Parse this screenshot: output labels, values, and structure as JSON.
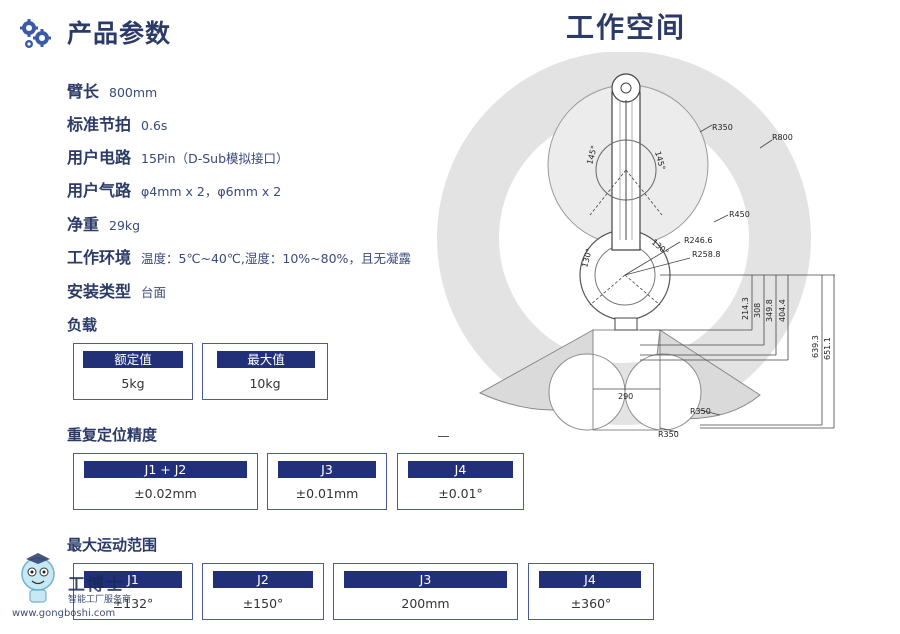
{
  "header": {
    "section_title": "产品参数",
    "work_space_title": "工作空间"
  },
  "params": [
    {
      "label": "臂长",
      "value": "800mm"
    },
    {
      "label": "标准节拍",
      "value": "0.6s"
    },
    {
      "label": "用户电路",
      "value": "15Pin（D-Sub模拟接口）"
    },
    {
      "label": "用户气路",
      "value": "φ4mm x 2，φ6mm x 2"
    },
    {
      "label": "净重",
      "value": "29kg"
    },
    {
      "label": "工作环境",
      "value": "温度：5℃~40℃,湿度：10%~80%，且无凝露"
    },
    {
      "label": "安装类型",
      "value": "台面"
    }
  ],
  "load": {
    "title": "负载",
    "cards": [
      {
        "header": "额定值",
        "value": "5kg"
      },
      {
        "header": "最大值",
        "value": "10kg"
      }
    ]
  },
  "repeatability": {
    "title": "重复定位精度",
    "cards": [
      {
        "header": "J1 + J2",
        "value": "±0.02mm"
      },
      {
        "header": "J3",
        "value": "±0.01mm"
      },
      {
        "header": "J4",
        "value": "±0.01°"
      }
    ]
  },
  "motion_range": {
    "title": "最大运动范围",
    "cards": [
      {
        "header": "J1",
        "value": "±132°"
      },
      {
        "header": "J2",
        "value": "±150°"
      },
      {
        "header": "J3",
        "value": "200mm"
      },
      {
        "header": "J4",
        "value": "±360°"
      }
    ]
  },
  "diagram": {
    "labels": {
      "r350_top": "R350",
      "r800": "R800",
      "r450": "R450",
      "r246": "R246.6",
      "r258": "R258.8",
      "r350_bottom_right": "R350",
      "r350_bottom_left": "R350",
      "angle_145_left": "145°",
      "angle_145_right": "145°",
      "angle_130_left": "130°",
      "angle_130_right": "130°",
      "dim_290": "290",
      "dim_214": "214.3",
      "dim_308": "308",
      "dim_349": "349.8",
      "dim_404": "404.4",
      "dim_639": "639.3",
      "dim_651": "651.1"
    }
  },
  "watermark": {
    "brand": "工博士",
    "sub": "智能工厂服务商",
    "url": "www.gongboshi.com"
  }
}
